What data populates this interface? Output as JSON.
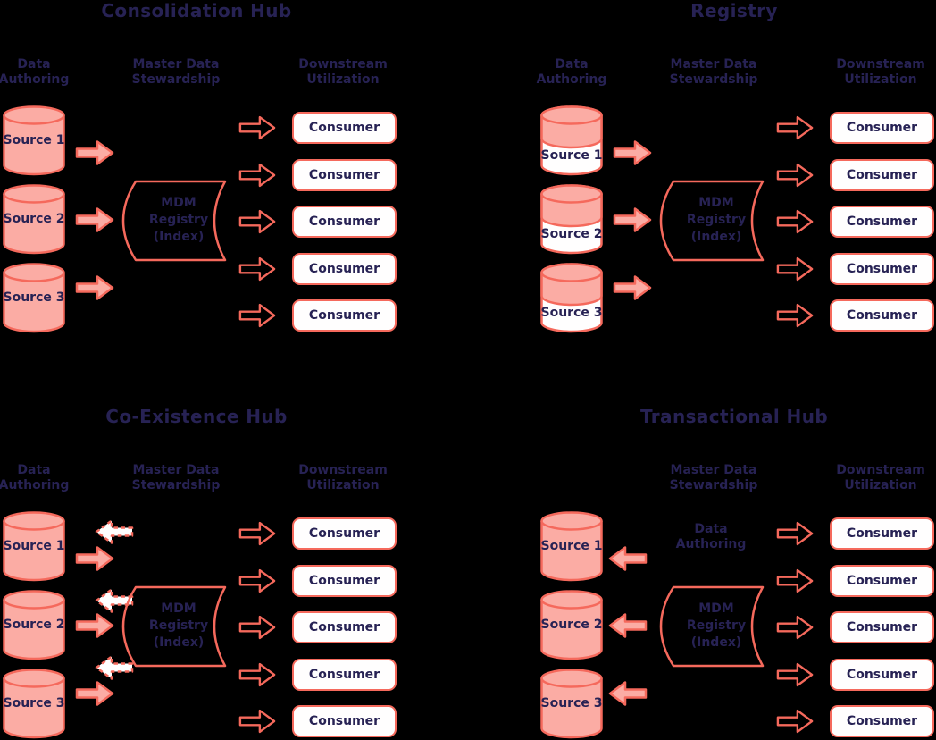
{
  "colors": {
    "background": "#000000",
    "text_navy": "#272254",
    "shape_fill_salmon": "#FBACA4",
    "shape_border_coral": "#F5695C",
    "box_fill_white": "#FFFEFE"
  },
  "quadrants": [
    {
      "title": "Consolidation Hub",
      "headers": {
        "authoring": "Data\nAuthoring",
        "stewardship": "Master Data\nStewardship",
        "utilization": "Downstream\nUtilization"
      },
      "sources": [
        "Source 1",
        "Source 2",
        "Source 3"
      ],
      "hub_label": "MDM\nRegistry\n(Index)",
      "consumers": [
        "Consumer",
        "Consumer",
        "Consumer",
        "Consumer",
        "Consumer"
      ]
    },
    {
      "title": "Registry",
      "headers": {
        "authoring": "Data\nAuthoring",
        "stewardship": "Master Data\nStewardship",
        "utilization": "Downstream\nUtilization"
      },
      "sources": [
        "Source 1",
        "Source 2",
        "Source 3"
      ],
      "hub_label": "MDM\nRegistry\n(Index)",
      "consumers": [
        "Consumer",
        "Consumer",
        "Consumer",
        "Consumer",
        "Consumer"
      ]
    },
    {
      "title": "Co-Existence Hub",
      "headers": {
        "authoring": "Data\nAuthoring",
        "stewardship": "Master Data\nStewardship",
        "utilization": "Downstream\nUtilization"
      },
      "sources": [
        "Source 1",
        "Source 2",
        "Source 3"
      ],
      "hub_label": "MDM\nRegistry\n(Index)",
      "consumers": [
        "Consumer",
        "Consumer",
        "Consumer",
        "Consumer",
        "Consumer"
      ]
    },
    {
      "title": "Transactional Hub",
      "headers": {
        "stewardship": "Master Data\nStewardship",
        "utilization": "Downstream\nUtilization"
      },
      "authoring_label": "Data\nAuthoring",
      "sources": [
        "Source 1",
        "Source 2",
        "Source 3"
      ],
      "hub_label": "MDM\nRegistry\n(Index)",
      "consumers": [
        "Consumer",
        "Consumer",
        "Consumer",
        "Consumer",
        "Consumer"
      ]
    }
  ]
}
